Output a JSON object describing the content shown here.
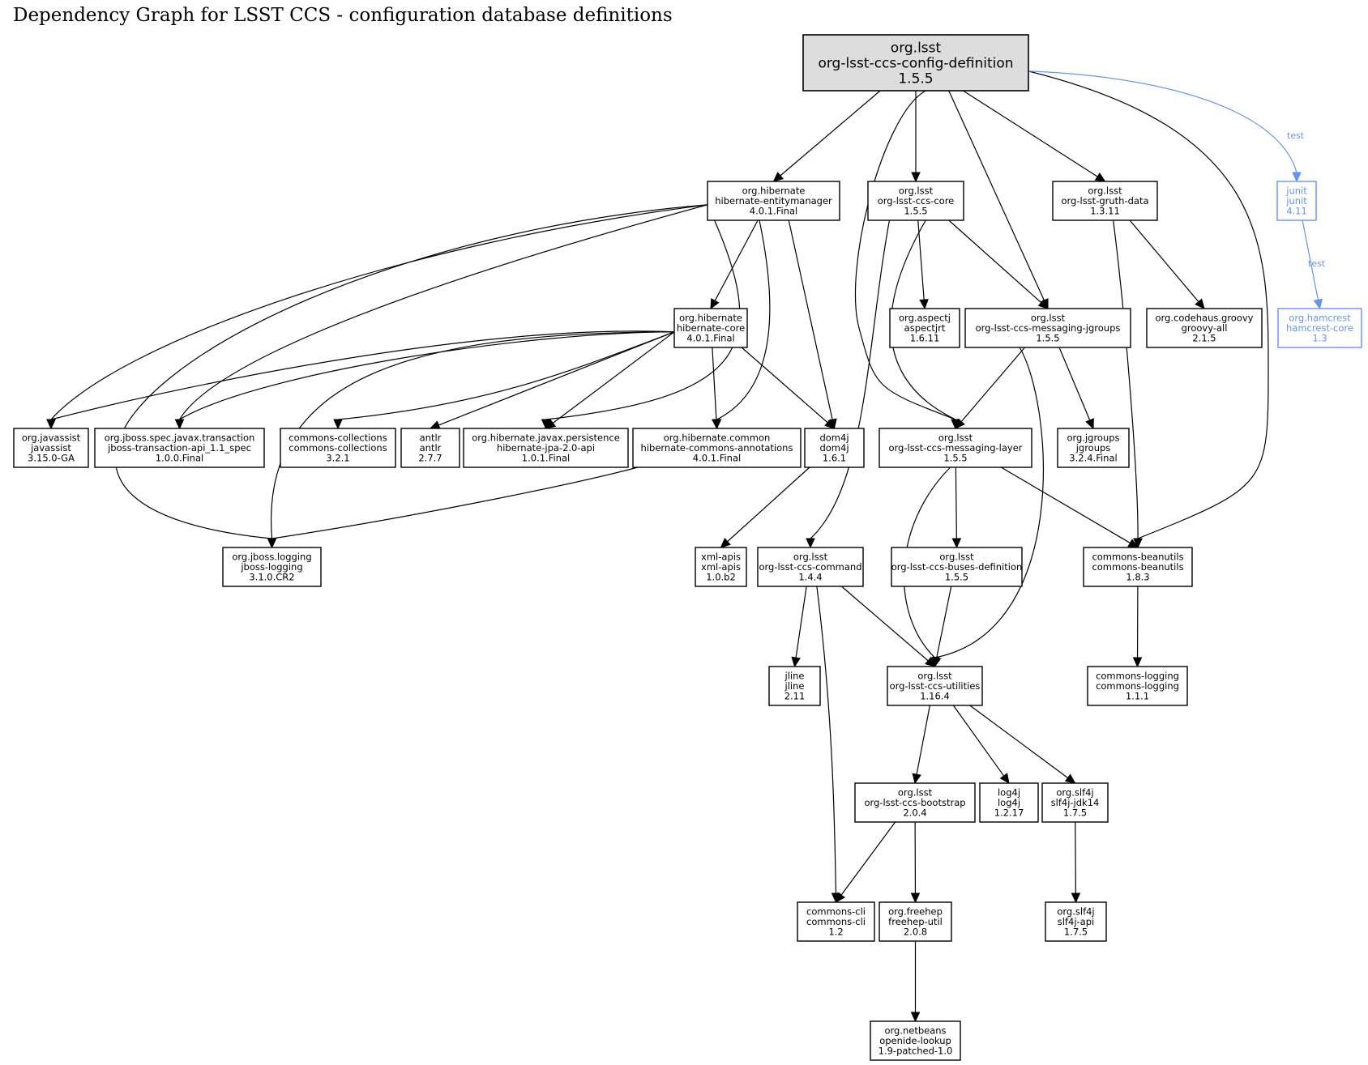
{
  "title": "Dependency Graph for LSST CCS - configuration database definitions",
  "colors": {
    "default_stroke": "#000000",
    "root_fill": "#dddddd",
    "test_color": "#6495ed"
  },
  "nodes": [
    {
      "id": "root",
      "group": "org.lsst",
      "artifact": "org-lsst-ccs-config-definition",
      "version": "1.5.5",
      "kind": "root"
    },
    {
      "id": "hem",
      "group": "org.hibernate",
      "artifact": "hibernate-entitymanager",
      "version": "4.0.1.Final"
    },
    {
      "id": "core",
      "group": "org.lsst",
      "artifact": "org-lsst-ccs-core",
      "version": "1.5.5"
    },
    {
      "id": "gruth",
      "group": "org.lsst",
      "artifact": "org-lsst-gruth-data",
      "version": "1.3.11"
    },
    {
      "id": "junit",
      "group": "junit",
      "artifact": "junit",
      "version": "4.11",
      "kind": "test"
    },
    {
      "id": "hcore",
      "group": "org.hibernate",
      "artifact": "hibernate-core",
      "version": "4.0.1.Final"
    },
    {
      "id": "aspectj",
      "group": "org.aspectj",
      "artifact": "aspectjrt",
      "version": "1.6.11"
    },
    {
      "id": "mjg",
      "group": "org.lsst",
      "artifact": "org-lsst-ccs-messaging-jgroups",
      "version": "1.5.5"
    },
    {
      "id": "groovy",
      "group": "org.codehaus.groovy",
      "artifact": "groovy-all",
      "version": "2.1.5"
    },
    {
      "id": "hamcrest",
      "group": "org.hamcrest",
      "artifact": "hamcrest-core",
      "version": "1.3",
      "kind": "test"
    },
    {
      "id": "javassist",
      "group": "org.javassist",
      "artifact": "javassist",
      "version": "3.15.0-GA"
    },
    {
      "id": "jta",
      "group": "org.jboss.spec.javax.transaction",
      "artifact": "jboss-transaction-api_1.1_spec",
      "version": "1.0.0.Final"
    },
    {
      "id": "cc",
      "group": "commons-collections",
      "artifact": "commons-collections",
      "version": "3.2.1"
    },
    {
      "id": "antlr",
      "group": "antlr",
      "artifact": "antlr",
      "version": "2.7.7"
    },
    {
      "id": "jpa",
      "group": "org.hibernate.javax.persistence",
      "artifact": "hibernate-jpa-2.0-api",
      "version": "1.0.1.Final"
    },
    {
      "id": "hca",
      "group": "org.hibernate.common",
      "artifact": "hibernate-commons-annotations",
      "version": "4.0.1.Final"
    },
    {
      "id": "dom4j",
      "group": "dom4j",
      "artifact": "dom4j",
      "version": "1.6.1"
    },
    {
      "id": "ml",
      "group": "org.lsst",
      "artifact": "org-lsst-ccs-messaging-layer",
      "version": "1.5.5"
    },
    {
      "id": "jgroups",
      "group": "org.jgroups",
      "artifact": "jgroups",
      "version": "3.2.4.Final"
    },
    {
      "id": "jbl",
      "group": "org.jboss.logging",
      "artifact": "jboss-logging",
      "version": "3.1.0.CR2"
    },
    {
      "id": "xml",
      "group": "xml-apis",
      "artifact": "xml-apis",
      "version": "1.0.b2"
    },
    {
      "id": "cmd",
      "group": "org.lsst",
      "artifact": "org-lsst-ccs-command",
      "version": "1.4.4"
    },
    {
      "id": "buses",
      "group": "org.lsst",
      "artifact": "org-lsst-ccs-buses-definition",
      "version": "1.5.5"
    },
    {
      "id": "bu",
      "group": "commons-beanutils",
      "artifact": "commons-beanutils",
      "version": "1.8.3"
    },
    {
      "id": "jline",
      "group": "jline",
      "artifact": "jline",
      "version": "2.11"
    },
    {
      "id": "util",
      "group": "org.lsst",
      "artifact": "org-lsst-ccs-utilities",
      "version": "1.16.4"
    },
    {
      "id": "clog",
      "group": "commons-logging",
      "artifact": "commons-logging",
      "version": "1.1.1"
    },
    {
      "id": "boot",
      "group": "org.lsst",
      "artifact": "org-lsst-ccs-bootstrap",
      "version": "2.0.4"
    },
    {
      "id": "log4j",
      "group": "log4j",
      "artifact": "log4j",
      "version": "1.2.17"
    },
    {
      "id": "jdk14",
      "group": "org.slf4j",
      "artifact": "slf4j-jdk14",
      "version": "1.7.5"
    },
    {
      "id": "cli",
      "group": "commons-cli",
      "artifact": "commons-cli",
      "version": "1.2"
    },
    {
      "id": "freehep",
      "group": "org.freehep",
      "artifact": "freehep-util",
      "version": "2.0.8"
    },
    {
      "id": "slf4japi",
      "group": "org.slf4j",
      "artifact": "slf4j-api",
      "version": "1.7.5"
    },
    {
      "id": "netbeans",
      "group": "org.netbeans",
      "artifact": "openide-lookup",
      "version": "1.9-patched-1.0"
    }
  ],
  "edges": [
    {
      "from": "root",
      "to": "hem"
    },
    {
      "from": "root",
      "to": "core"
    },
    {
      "from": "root",
      "to": "ml"
    },
    {
      "from": "root",
      "to": "mjg"
    },
    {
      "from": "root",
      "to": "gruth"
    },
    {
      "from": "root",
      "to": "bu"
    },
    {
      "from": "root",
      "to": "junit",
      "label": "test",
      "kind": "test"
    },
    {
      "from": "junit",
      "to": "hamcrest",
      "label": "test",
      "kind": "test"
    },
    {
      "from": "hem",
      "to": "hcore"
    },
    {
      "from": "hem",
      "to": "jbl"
    },
    {
      "from": "hem",
      "to": "javassist"
    },
    {
      "from": "hem",
      "to": "jta"
    },
    {
      "from": "hem",
      "to": "jpa"
    },
    {
      "from": "hem",
      "to": "hca"
    },
    {
      "from": "hem",
      "to": "dom4j"
    },
    {
      "from": "hcore",
      "to": "javassist"
    },
    {
      "from": "hcore",
      "to": "jta"
    },
    {
      "from": "hcore",
      "to": "jbl"
    },
    {
      "from": "hcore",
      "to": "cc"
    },
    {
      "from": "hcore",
      "to": "antlr"
    },
    {
      "from": "hcore",
      "to": "jpa"
    },
    {
      "from": "hcore",
      "to": "hca"
    },
    {
      "from": "hcore",
      "to": "dom4j"
    },
    {
      "from": "hca",
      "to": "jbl"
    },
    {
      "from": "dom4j",
      "to": "xml"
    },
    {
      "from": "core",
      "to": "aspectj"
    },
    {
      "from": "core",
      "to": "mjg"
    },
    {
      "from": "core",
      "to": "ml"
    },
    {
      "from": "core",
      "to": "cmd"
    },
    {
      "from": "gruth",
      "to": "groovy"
    },
    {
      "from": "gruth",
      "to": "bu"
    },
    {
      "from": "mjg",
      "to": "ml"
    },
    {
      "from": "mjg",
      "to": "jgroups"
    },
    {
      "from": "mjg",
      "to": "util"
    },
    {
      "from": "ml",
      "to": "buses"
    },
    {
      "from": "ml",
      "to": "util"
    },
    {
      "from": "ml",
      "to": "bu"
    },
    {
      "from": "cmd",
      "to": "jline"
    },
    {
      "from": "cmd",
      "to": "util"
    },
    {
      "from": "cmd",
      "to": "cli"
    },
    {
      "from": "buses",
      "to": "util"
    },
    {
      "from": "bu",
      "to": "clog"
    },
    {
      "from": "util",
      "to": "boot"
    },
    {
      "from": "util",
      "to": "log4j"
    },
    {
      "from": "util",
      "to": "jdk14"
    },
    {
      "from": "boot",
      "to": "cli"
    },
    {
      "from": "boot",
      "to": "freehep"
    },
    {
      "from": "jdk14",
      "to": "slf4japi"
    },
    {
      "from": "freehep",
      "to": "netbeans"
    }
  ]
}
